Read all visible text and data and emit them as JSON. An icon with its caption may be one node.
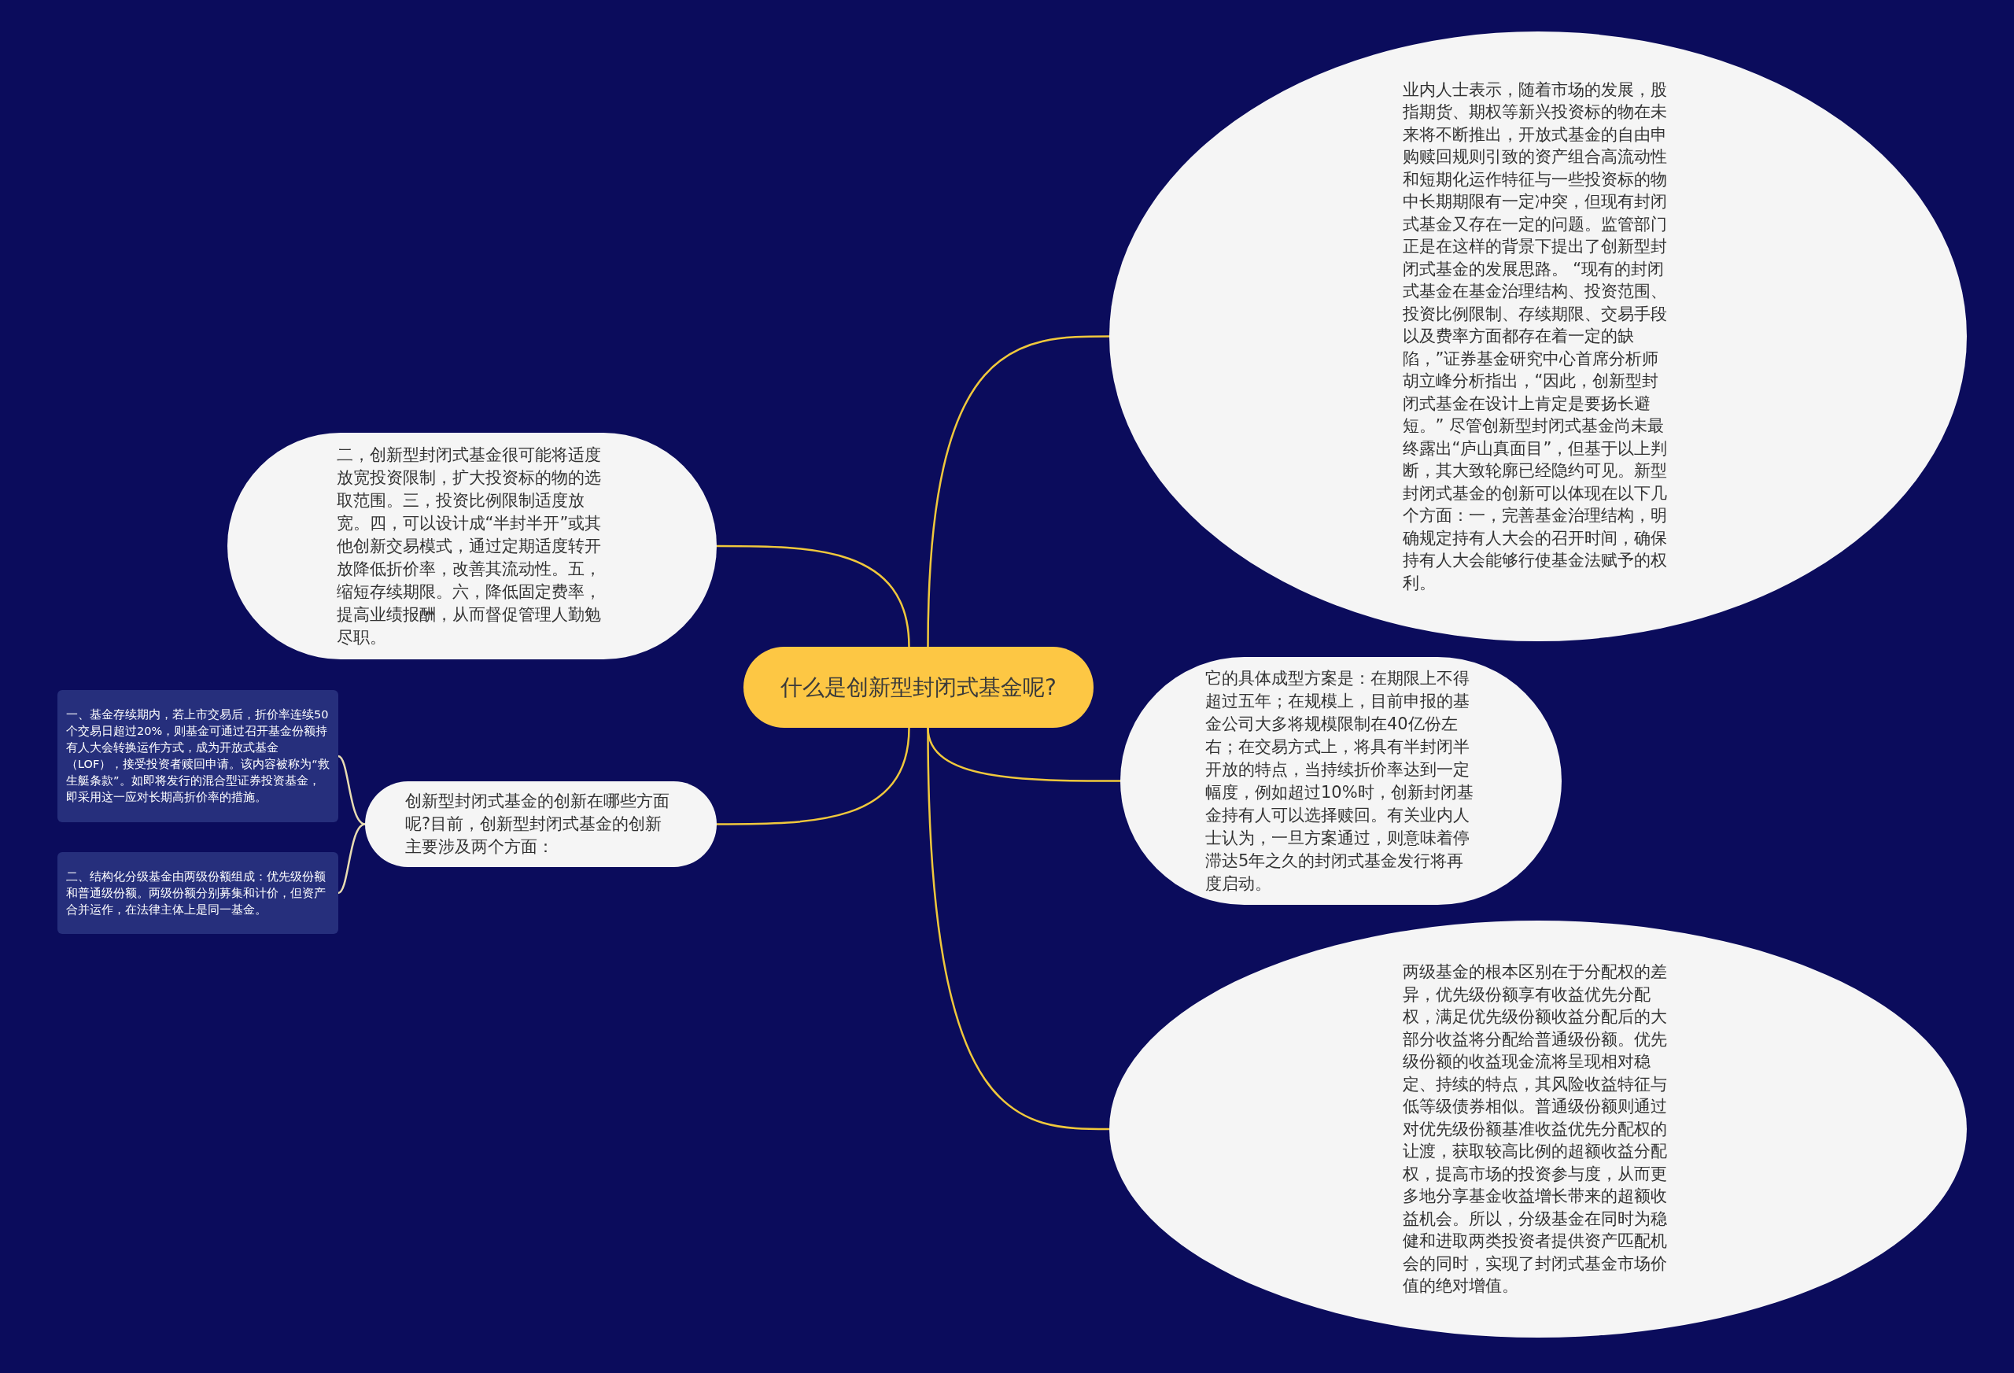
{
  "diagram": {
    "nodes": [
      {
        "text": [
          "什么是创新型封闭式基金呢?"
        ]
      },
      {
        "text": [
          "二，创新型封闭式基金很可能将适度放宽投资限制，扩大投资标的物的选取范围。三，投资比例限制适度放宽。四，可以设计成“半封半开”或其他创新交易模式，通过定期适度转开放降低折价率，改善其流动性。五，缩短存续期限。六，降低固定费率，提高业绩报酬，从而督促管理人勤勉尽职。"
        ]
      },
      {
        "text": [
          "创新型封闭式基金的创新在哪些方面呢?目前，创新型封闭式基金的创新主要涉及两个方面："
        ]
      },
      {
        "text": [
          "一、基金存续期内，若上市交易后，折价率连续50个交易日超过20%，则基金可通过召开基金份额持有人大会转换运作方式，成为开放式基金（LOF），接受投资者赎回申请。该内容被称为“救生艇条款”。如即将发行的混合型证券投资基金，即采用这一应对长期高折价率的措施。"
        ]
      },
      {
        "text": [
          "二、结构化分级基金由两级份额组成：优先级份额和普通级份额。两级份额分别募集和计价，但资产合并运作，在法律主体上是同一基金。"
        ]
      },
      {
        "text": [
          "业内人士表示，随着市场的发展，股指期货、期权等新兴投资标的物在未来将不断推出，开放式基金的自由申购赎回规则引致的资产组合高流动性和短期化运作特征与一些投资标的物中长期期限有一定冲突，但现有封闭式基金又存在一定的问题。监管部门正是在这样的背景下提出了创新型封闭式基金的发展思路。 “现有的封闭式基金在基金治理结构、投资范围、投资比例限制、存续期限、交易手段以及费率方面都存在着一定的缺陷，”证券基金研究中心首席分析师胡立峰分析指出，“因此，创新型封闭式基金在设计上肯定是要扬长避短。” 尽管创新型封闭式基金尚未最终露出“庐山真面目”，但基于以上判断，其大致轮廓已经隐约可见。新型封闭式基金的创新可以体现在以下几个方面：一，完善基金治理结构，明确规定持有人大会的召开时间，确保持有人大会能够行使基金法赋予的权利。"
        ]
      },
      {
        "text": [
          "它的具体成型方案是：在期限上不得超过五年；在规模上，目前申报的基金公司大多将规模限制在40亿份左右；在交易方式上，将具有半封闭半开放的特点，当持续折价率达到一定幅度，例如超过10%时，创新封闭基金持有人可以选择赎回。有关业内人士认为，一旦方案通过，则意味着停滞达5年之久的封闭式基金发行将再度启动。"
        ]
      },
      {
        "text": [
          "两级基金的根本区别在于分配权的差异，优先级份额享有收益优先分配权，满足优先级份额收益分配后的大部分收益将分配给普通级份额。优先级份额的收益现金流将呈现相对稳定、持续的特点，其风险收益特征与低等级债券相似。普通级份额则通过对优先级份额基准收益优先分配权的让渡，获取较高比例的超额收益分配权，提高市场的投资参与度，从而更多地分享基金收益增长带来的超额收益机会。所以，分级基金在同时为稳健和进取两类投资者提供资产匹配机会的同时，实现了封闭式基金市场价值的绝对增值。"
        ]
      }
    ],
    "edges": [
      {
        "from": 0,
        "to": 1,
        "arrow": "none"
      },
      {
        "from": 0,
        "to": 2,
        "arrow": "none"
      },
      {
        "from": 2,
        "to": 3,
        "arrow": "none",
        "color": "#e8dcb2"
      },
      {
        "from": 2,
        "to": 4,
        "arrow": "none",
        "color": "#e8dcb2"
      },
      {
        "from": 0,
        "to": 5,
        "arrow": "none"
      },
      {
        "from": 0,
        "to": 6,
        "arrow": "none"
      },
      {
        "from": 0,
        "to": 7,
        "arrow": "none"
      }
    ]
  }
}
